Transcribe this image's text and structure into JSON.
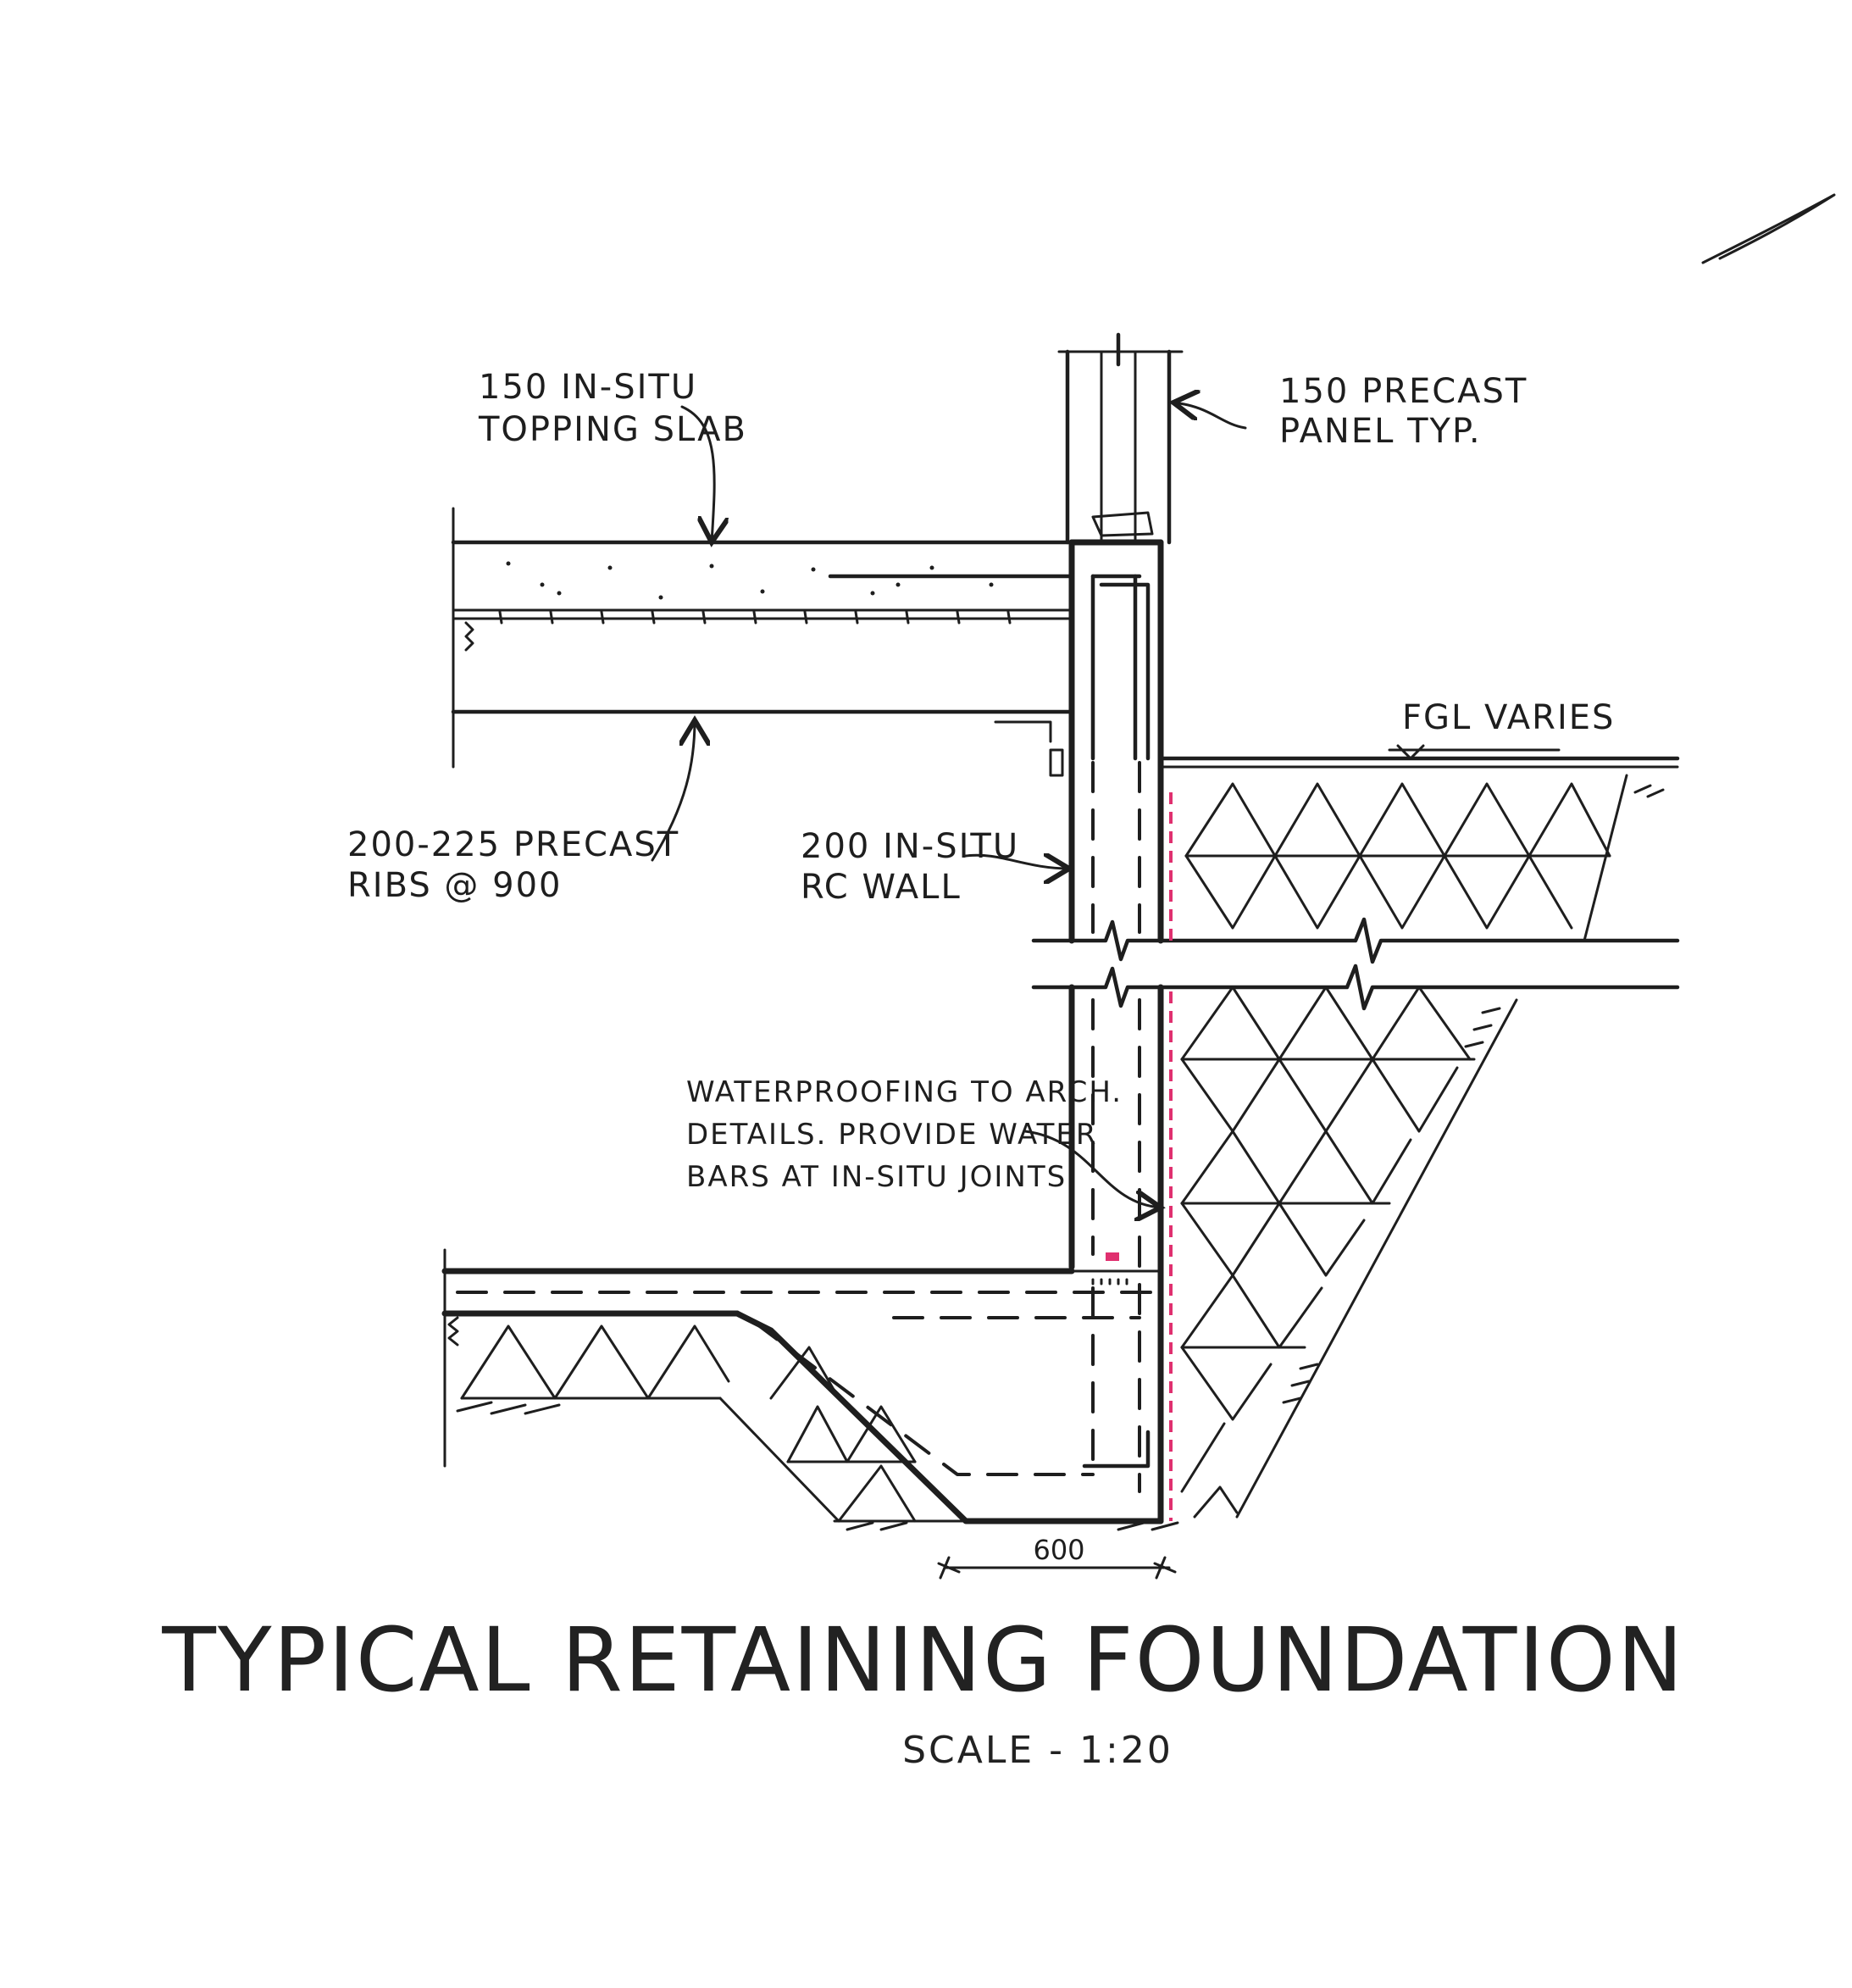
{
  "drawing": {
    "title": "TYPICAL RETAINING FOUNDATION",
    "scale": "SCALE - 1:20",
    "colors": {
      "ink": "#1e1e1e",
      "waterproofing": "#e0306f",
      "paper": "#ffffff"
    }
  },
  "annotations": {
    "topping_slab": [
      "150 IN-SITU",
      "TOPPING SLAB"
    ],
    "precast_panel": [
      "150 PRECAST",
      "PANEL TYP."
    ],
    "fgl": "FGL VARIES",
    "precast_ribs": [
      "200-225 PRECAST",
      "RIBS @ 900"
    ],
    "rc_wall": [
      "200 IN-SITU",
      "RC WALL"
    ],
    "waterproofing": [
      "WATERPROOFING TO ARCH.",
      "DETAILS. PROVIDE WATER",
      "BARS AT IN-SITU JOINTS"
    ],
    "footing_width": "600"
  }
}
